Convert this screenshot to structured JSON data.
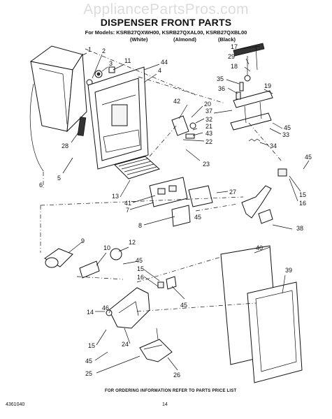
{
  "header": {
    "watermark": "AppliancePartsPros.com",
    "title": "DISPENSER FRONT PARTS",
    "models": "For Models: KSRB27QXWH00, KSRB27QXAL00, KSRB27QXBL00",
    "finishes": [
      "(White)",
      "(Almond)",
      "(Black)"
    ]
  },
  "footer": {
    "order_note": "FOR ORDERING INFORMATION REFER TO PARTS PRICE LIST",
    "doc_number": "4361040",
    "page_number": "14"
  },
  "callouts": [
    {
      "id": "c1",
      "label": "1"
    },
    {
      "id": "c2",
      "label": "2"
    },
    {
      "id": "c3",
      "label": "3"
    },
    {
      "id": "c11",
      "label": "11"
    },
    {
      "id": "c44",
      "label": "44"
    },
    {
      "id": "c4",
      "label": "4"
    },
    {
      "id": "c28",
      "label": "28"
    },
    {
      "id": "c5",
      "label": "5"
    },
    {
      "id": "c6",
      "label": "6"
    },
    {
      "id": "c17",
      "label": "17"
    },
    {
      "id": "c29",
      "label": "29"
    },
    {
      "id": "c18",
      "label": "18"
    },
    {
      "id": "c35",
      "label": "35"
    },
    {
      "id": "c36",
      "label": "36"
    },
    {
      "id": "c19",
      "label": "19"
    },
    {
      "id": "c42",
      "label": "42"
    },
    {
      "id": "c20",
      "label": "20"
    },
    {
      "id": "c37",
      "label": "37"
    },
    {
      "id": "c32",
      "label": "32"
    },
    {
      "id": "c21",
      "label": "21"
    },
    {
      "id": "c43",
      "label": "43"
    },
    {
      "id": "c22",
      "label": "22"
    },
    {
      "id": "c33",
      "label": "33"
    },
    {
      "id": "c45a",
      "label": "45"
    },
    {
      "id": "c34",
      "label": "34"
    },
    {
      "id": "c23",
      "label": "23"
    },
    {
      "id": "c45b",
      "label": "45"
    },
    {
      "id": "c15a",
      "label": "15"
    },
    {
      "id": "c16a",
      "label": "16"
    },
    {
      "id": "c13",
      "label": "13"
    },
    {
      "id": "c41",
      "label": "41"
    },
    {
      "id": "c27",
      "label": "27"
    },
    {
      "id": "c7",
      "label": "7"
    },
    {
      "id": "c45c",
      "label": "45"
    },
    {
      "id": "c8",
      "label": "8"
    },
    {
      "id": "c38",
      "label": "38"
    },
    {
      "id": "c9",
      "label": "9"
    },
    {
      "id": "c10",
      "label": "10"
    },
    {
      "id": "c12",
      "label": "12"
    },
    {
      "id": "c40",
      "label": "40"
    },
    {
      "id": "c45d",
      "label": "45"
    },
    {
      "id": "c15b",
      "label": "15"
    },
    {
      "id": "c16b",
      "label": "16"
    },
    {
      "id": "c39",
      "label": "39"
    },
    {
      "id": "c14",
      "label": "14"
    },
    {
      "id": "c46",
      "label": "46"
    },
    {
      "id": "c45e",
      "label": "45"
    },
    {
      "id": "c15c",
      "label": "15"
    },
    {
      "id": "c24",
      "label": "24"
    },
    {
      "id": "c45f",
      "label": "45"
    },
    {
      "id": "c25",
      "label": "25"
    },
    {
      "id": "c26",
      "label": "26"
    }
  ]
}
